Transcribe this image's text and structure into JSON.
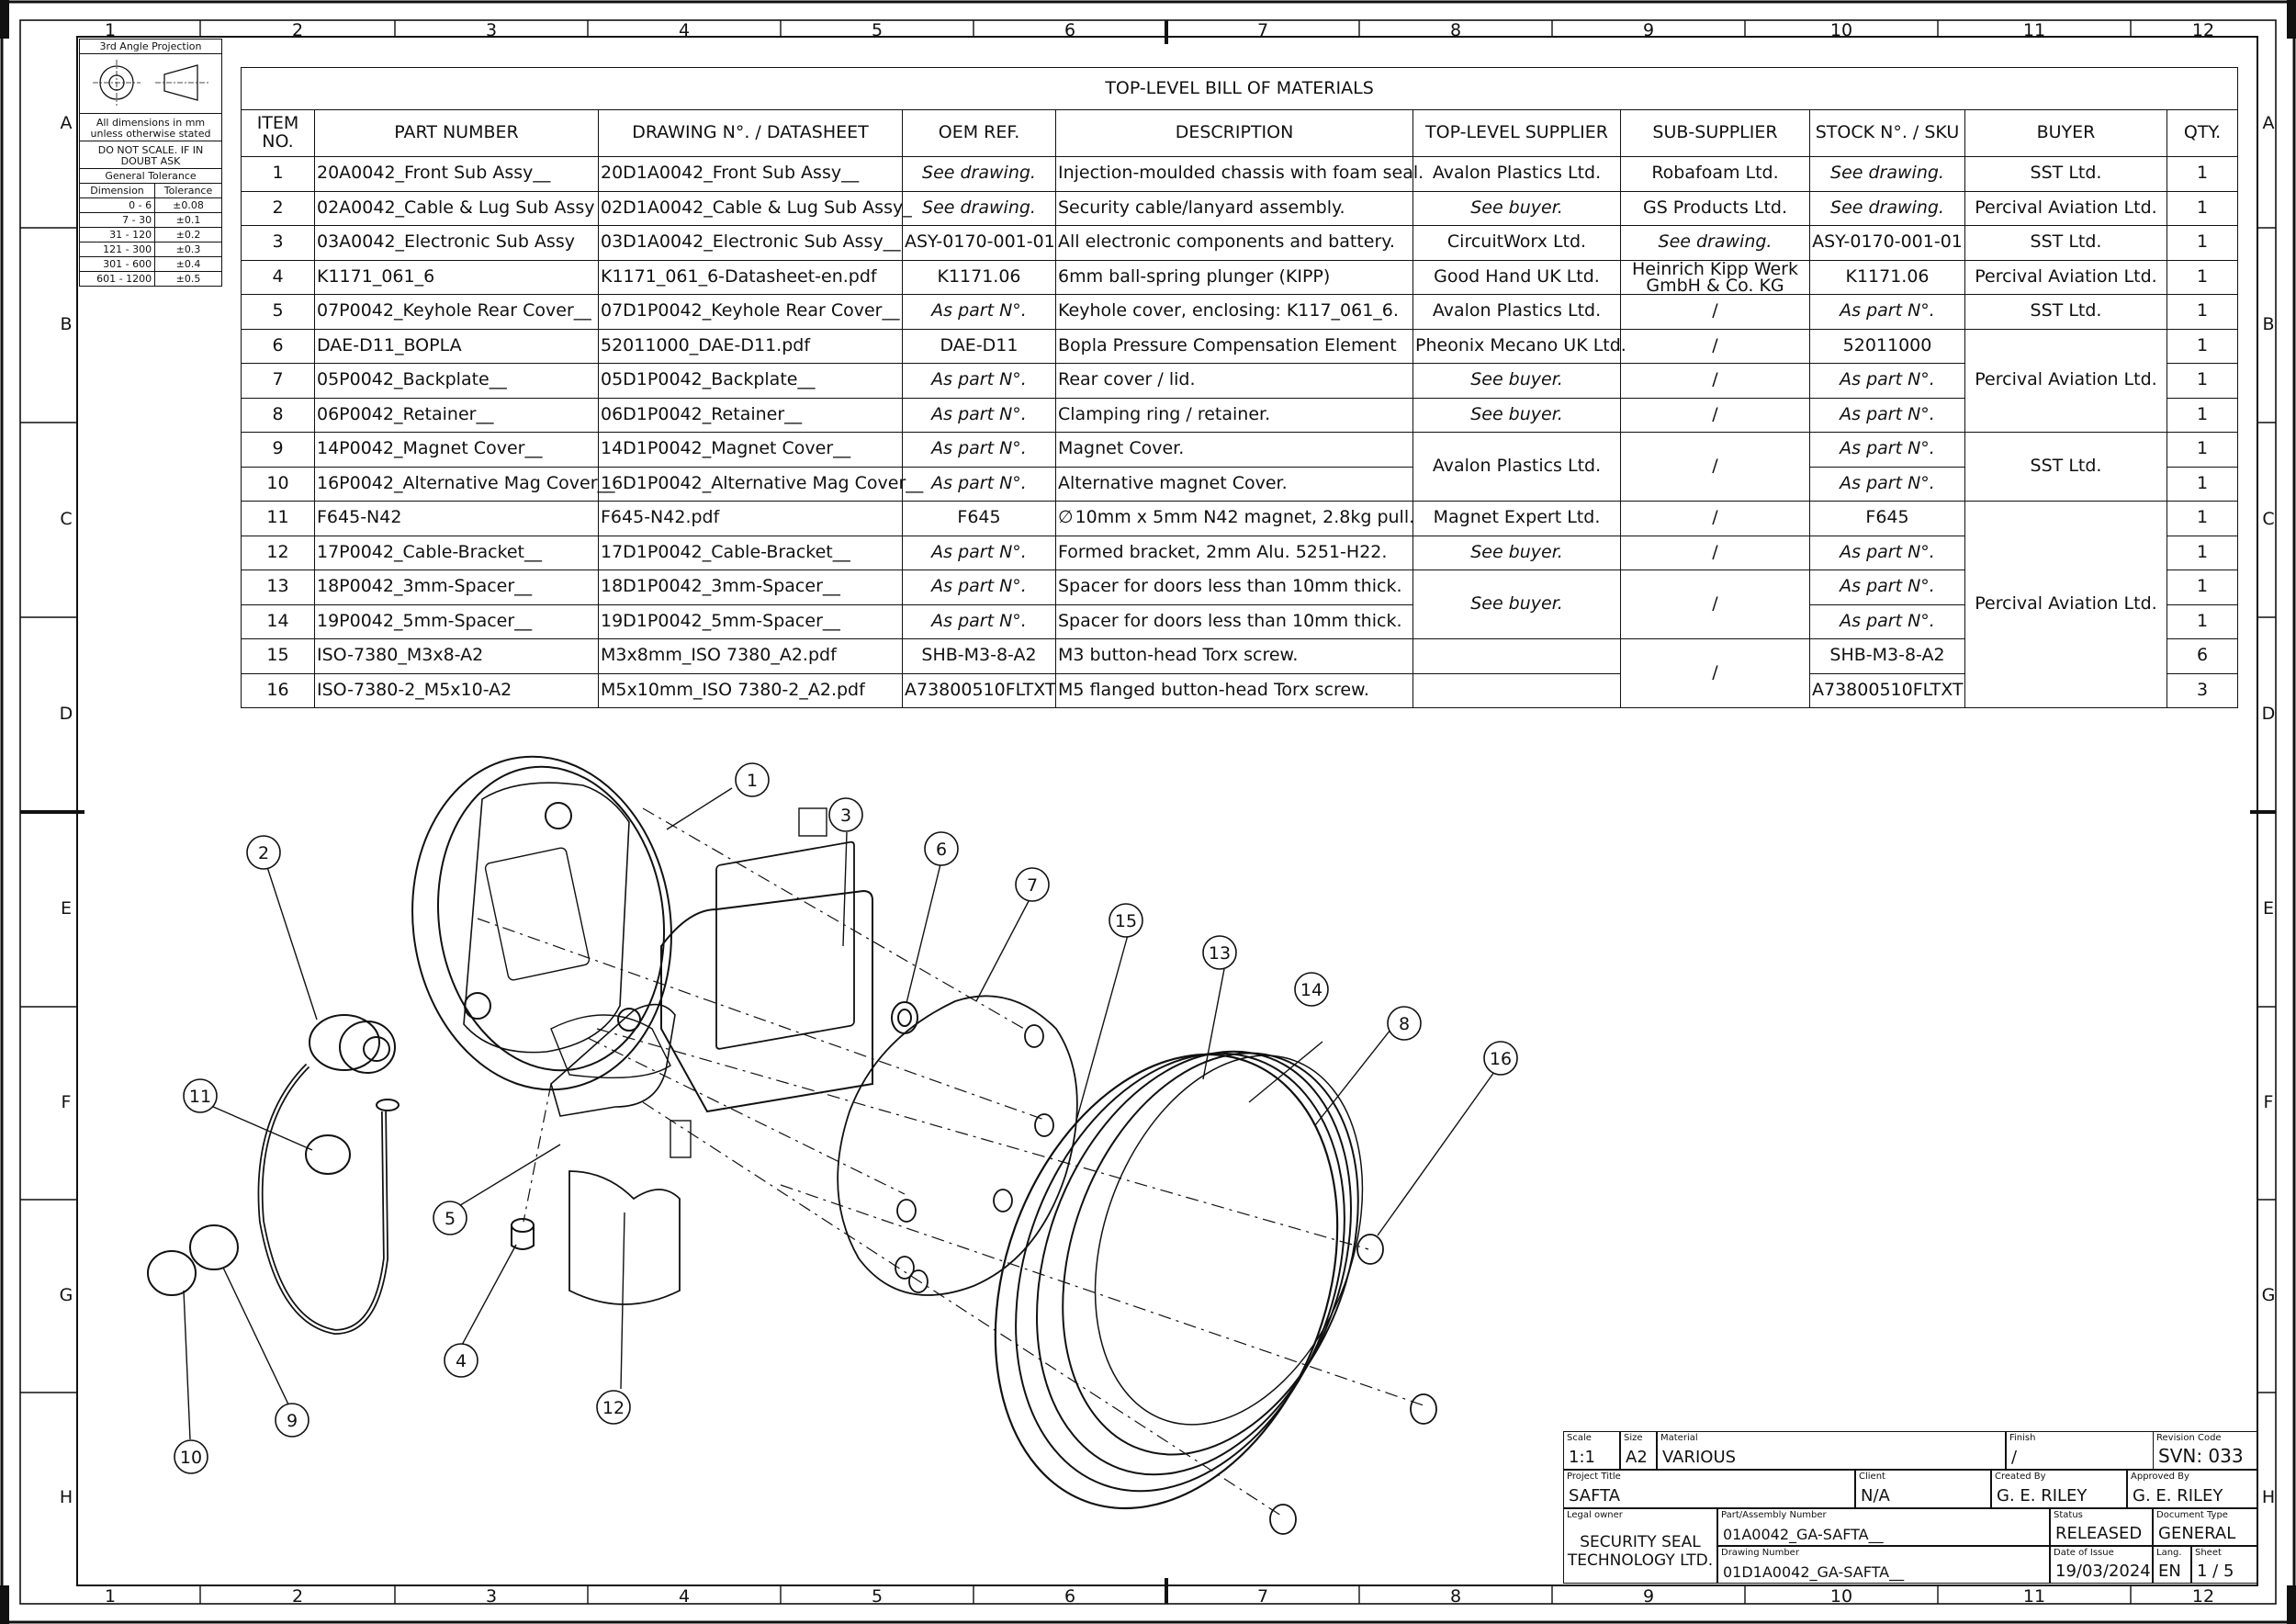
{
  "zones_cols": [
    "1",
    "2",
    "3",
    "4",
    "5",
    "6",
    "7",
    "8",
    "9",
    "10",
    "11",
    "12"
  ],
  "zones_rows": [
    "A",
    "B",
    "C",
    "D",
    "E",
    "F",
    "G",
    "H"
  ],
  "projection": {
    "label": "3rd Angle Projection",
    "note1": "All dimensions in mm unless otherwise stated",
    "note2": "DO NOT SCALE. IF IN DOUBT ASK",
    "tol_title": "General Tolerance",
    "tol_head": [
      "Dimension",
      "Tolerance"
    ],
    "tol_rows": [
      [
        "0 - 6",
        "±0.08"
      ],
      [
        "7 - 30",
        "±0.1"
      ],
      [
        "31 - 120",
        "±0.2"
      ],
      [
        "121 - 300",
        "±0.3"
      ],
      [
        "301 - 600",
        "±0.4"
      ],
      [
        "601 - 1200",
        "±0.5"
      ]
    ]
  },
  "bom": {
    "title": "TOP-LEVEL BILL OF MATERIALS",
    "headers": [
      "ITEM NO.",
      "PART NUMBER",
      "DRAWING N°. / DATASHEET",
      "OEM REF.",
      "DESCRIPTION",
      "TOP-LEVEL SUPPLIER",
      "SUB-SUPPLIER",
      "STOCK N°. / SKU",
      "BUYER",
      "QTY."
    ],
    "rows": [
      [
        "1",
        "20A0042_Front Sub Assy__",
        "20D1A0042_Front Sub Assy__",
        "See drawing.",
        "Injection-moulded chassis with foam seal.",
        "Avalon Plastics Ltd.",
        "Robafoam Ltd.",
        "See drawing.",
        "SST Ltd.",
        "1"
      ],
      [
        "2",
        "02A0042_Cable & Lug Sub Assy",
        "02D1A0042_Cable & Lug Sub Assy_",
        "See drawing.",
        "Security cable/lanyard assembly.",
        "See buyer.",
        "GS Products Ltd.",
        "See drawing.",
        "Percival Aviation Ltd.",
        "1"
      ],
      [
        "3",
        "03A0042_Electronic Sub Assy",
        "03D1A0042_Electronic Sub Assy__",
        "ASY-0170-001-01",
        "All electronic components and battery.",
        "CircuitWorx Ltd.",
        "See drawing.",
        "ASY-0170-001-01",
        "SST Ltd.",
        "1"
      ],
      [
        "4",
        "K1171_061_6",
        "K1171_061_6-Datasheet-en.pdf",
        "K1171.06",
        "6mm ball-spring plunger (KIPP)",
        "Good Hand UK Ltd.",
        "Heinrich Kipp Werk GmbH & Co. KG",
        "K1171.06",
        "Percival Aviation Ltd.",
        "1"
      ],
      [
        "5",
        "07P0042_Keyhole Rear Cover__",
        "07D1P0042_Keyhole Rear Cover__",
        "As part N°.",
        "Keyhole cover, enclosing: K117_061_6.",
        "Avalon Plastics Ltd.",
        "/",
        "As part N°.",
        "SST Ltd.",
        "1"
      ],
      [
        "6",
        "DAE-D11_BOPLA",
        "52011000_DAE-D11.pdf",
        "DAE-D11",
        "Bopla Pressure Compensation Element",
        "Pheonix Mecano UK Ltd.",
        "/",
        "52011000",
        "Percival Aviation Ltd.",
        "1"
      ],
      [
        "7",
        "05P0042_Backplate__",
        "05D1P0042_Backplate__",
        "As part N°.",
        "Rear cover / lid.",
        "See buyer.",
        "/",
        "As part N°.",
        "",
        "1"
      ],
      [
        "8",
        "06P0042_Retainer__",
        "06D1P0042_Retainer__",
        "As part N°.",
        "Clamping ring / retainer.",
        "See buyer.",
        "/",
        "As part N°.",
        "",
        "1"
      ],
      [
        "9",
        "14P0042_Magnet Cover__",
        "14D1P0042_Magnet Cover__",
        "As part N°.",
        "Magnet Cover.",
        "Avalon Plastics Ltd.",
        "/",
        "As part N°.",
        "SST Ltd.",
        "1"
      ],
      [
        "10",
        "16P0042_Alternative Mag Cover__",
        "16D1P0042_Alternative Mag Cover__",
        "As part N°.",
        "Alternative magnet Cover.",
        "",
        "",
        "As part N°.",
        "",
        "1"
      ],
      [
        "11",
        "F645-N42",
        "F645-N42.pdf",
        "F645",
        "10mm x 5mm N42 magnet, 2.8kg pull.",
        "Magnet Expert Ltd.",
        "/",
        "F645",
        "Percival Aviation Ltd.",
        "1"
      ],
      [
        "12",
        "17P0042_Cable-Bracket__",
        "17D1P0042_Cable-Bracket__",
        "As part N°.",
        "Formed bracket, 2mm Alu. 5251-H22.",
        "See buyer.",
        "/",
        "As part N°.",
        "",
        "1"
      ],
      [
        "13",
        "18P0042_3mm-Spacer__",
        "18D1P0042_3mm-Spacer__",
        "As part N°.",
        "Spacer for doors less than 10mm thick.",
        "See buyer.",
        "/",
        "As part N°.",
        "",
        "1"
      ],
      [
        "14",
        "19P0042_5mm-Spacer__",
        "19D1P0042_5mm-Spacer__",
        "As part N°.",
        "Spacer for doors less than 10mm thick.",
        "",
        "",
        "As part N°.",
        "",
        "1"
      ],
      [
        "15",
        "ISO-7380_M3x8-A2",
        "M3x8mm_ISO 7380_A2.pdf",
        "SHB-M3-8-A2",
        "M3 button-head Torx screw.",
        "",
        "/",
        "SHB-M3-8-A2",
        "",
        "6"
      ],
      [
        "16",
        "ISO-7380-2_M5x10-A2",
        "M5x10mm_ISO 7380-2_A2.pdf",
        "A73800510FLTXT",
        "M5 flanged button-head Torx screw.",
        "",
        "",
        "A73800510FLTXT",
        "",
        "3"
      ]
    ],
    "diameter_symbol": "∅"
  },
  "balloons": [
    "1",
    "2",
    "3",
    "4",
    "5",
    "6",
    "7",
    "8",
    "9",
    "10",
    "11",
    "12",
    "13",
    "14",
    "15",
    "16"
  ],
  "title_block": {
    "scale_label": "Scale",
    "scale": "1:1",
    "size_label": "Size",
    "size": "A2",
    "material_label": "Material",
    "material": "VARIOUS",
    "finish_label": "Finish",
    "finish": "/",
    "revision_label": "Revision Code",
    "revision": "SVN:  033",
    "project_label": "Project Title",
    "project": "SAFTA",
    "client_label": "Client",
    "client": "N/A",
    "created_label": "Created By",
    "created": "G. E. RILEY",
    "approved_label": "Approved By",
    "approved": "G. E. RILEY",
    "owner_label": "Legal owner",
    "owner_line1": "SECURITY SEAL",
    "owner_line2": "TECHNOLOGY LTD.",
    "part_label": "Part/Assembly Number",
    "part": "01A0042_GA-SAFTA__",
    "status_label": "Status",
    "status": "RELEASED",
    "doctype_label": "Document Type",
    "doctype": "GENERAL",
    "drawing_label": "Drawing Number",
    "drawing": "01D1A0042_GA-SAFTA__",
    "date_label": "Date of Issue",
    "date": "19/03/2024",
    "lang_label": "Lang.",
    "lang": "EN",
    "sheet_label": "Sheet",
    "sheet": "1 / 5"
  }
}
